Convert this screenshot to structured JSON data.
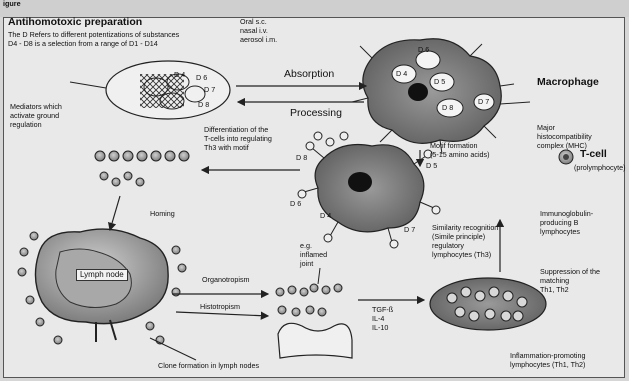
{
  "header": {
    "word": "igure"
  },
  "preparation": {
    "title": "Antihomotoxic preparation",
    "line1": "The D Refers to different potentizations of substances",
    "line2": "D4 - D8 is a selection from a range of D1 - D14"
  },
  "routes": [
    "Oral s.c.",
    "nasal i.v.",
    "aerosol i.m."
  ],
  "mediators": [
    "Mediators which",
    "activate ground",
    "regulation"
  ],
  "absorption": "Absorption",
  "processing": "Processing",
  "macrophage": "Macrophage",
  "mhc": [
    "Major",
    "histocompatibility",
    "complex (MHC)"
  ],
  "differentiation": [
    "Differentiation of the",
    "T-cells into regulating",
    "Th3 with motif"
  ],
  "motif": [
    "Motif formation",
    "(5-15 amino acids)"
  ],
  "tcell": {
    "title": "T-cell",
    "sub": "(prolymphocyte)"
  },
  "homing": "Homing",
  "similarity": [
    "Similarity recognition",
    "(Simile principle)",
    "regulatory",
    "lymphocytes (Th3)"
  ],
  "immunoglobulin": [
    "Immunoglobulin-",
    "producing B",
    "lymphocytes"
  ],
  "suppression": [
    "Suppression of the",
    "matching",
    "Th1, Th2"
  ],
  "lymph_node": "Lymph node",
  "organotropism": "Organotropism",
  "inflamed": [
    "e.g.",
    "inflamed",
    "joint"
  ],
  "cytokines": [
    "TGF-ß",
    "IL-4",
    "IL-10"
  ],
  "histotropism": "Histotropism",
  "clone": "Clone formation in lymph nodes",
  "inflammation": [
    "Inflammation-promoting",
    "lymphocytes (Th1, Th2)"
  ],
  "d_labels": {
    "oval": [
      "D 4",
      "D 6",
      "D 7",
      "D 8"
    ],
    "macrophage": [
      "D 6",
      "D 4",
      "D 5",
      "D 8",
      "D 7"
    ],
    "cell": [
      "D 8",
      "D 5",
      "D 4",
      "D 7",
      "D 6"
    ]
  }
}
